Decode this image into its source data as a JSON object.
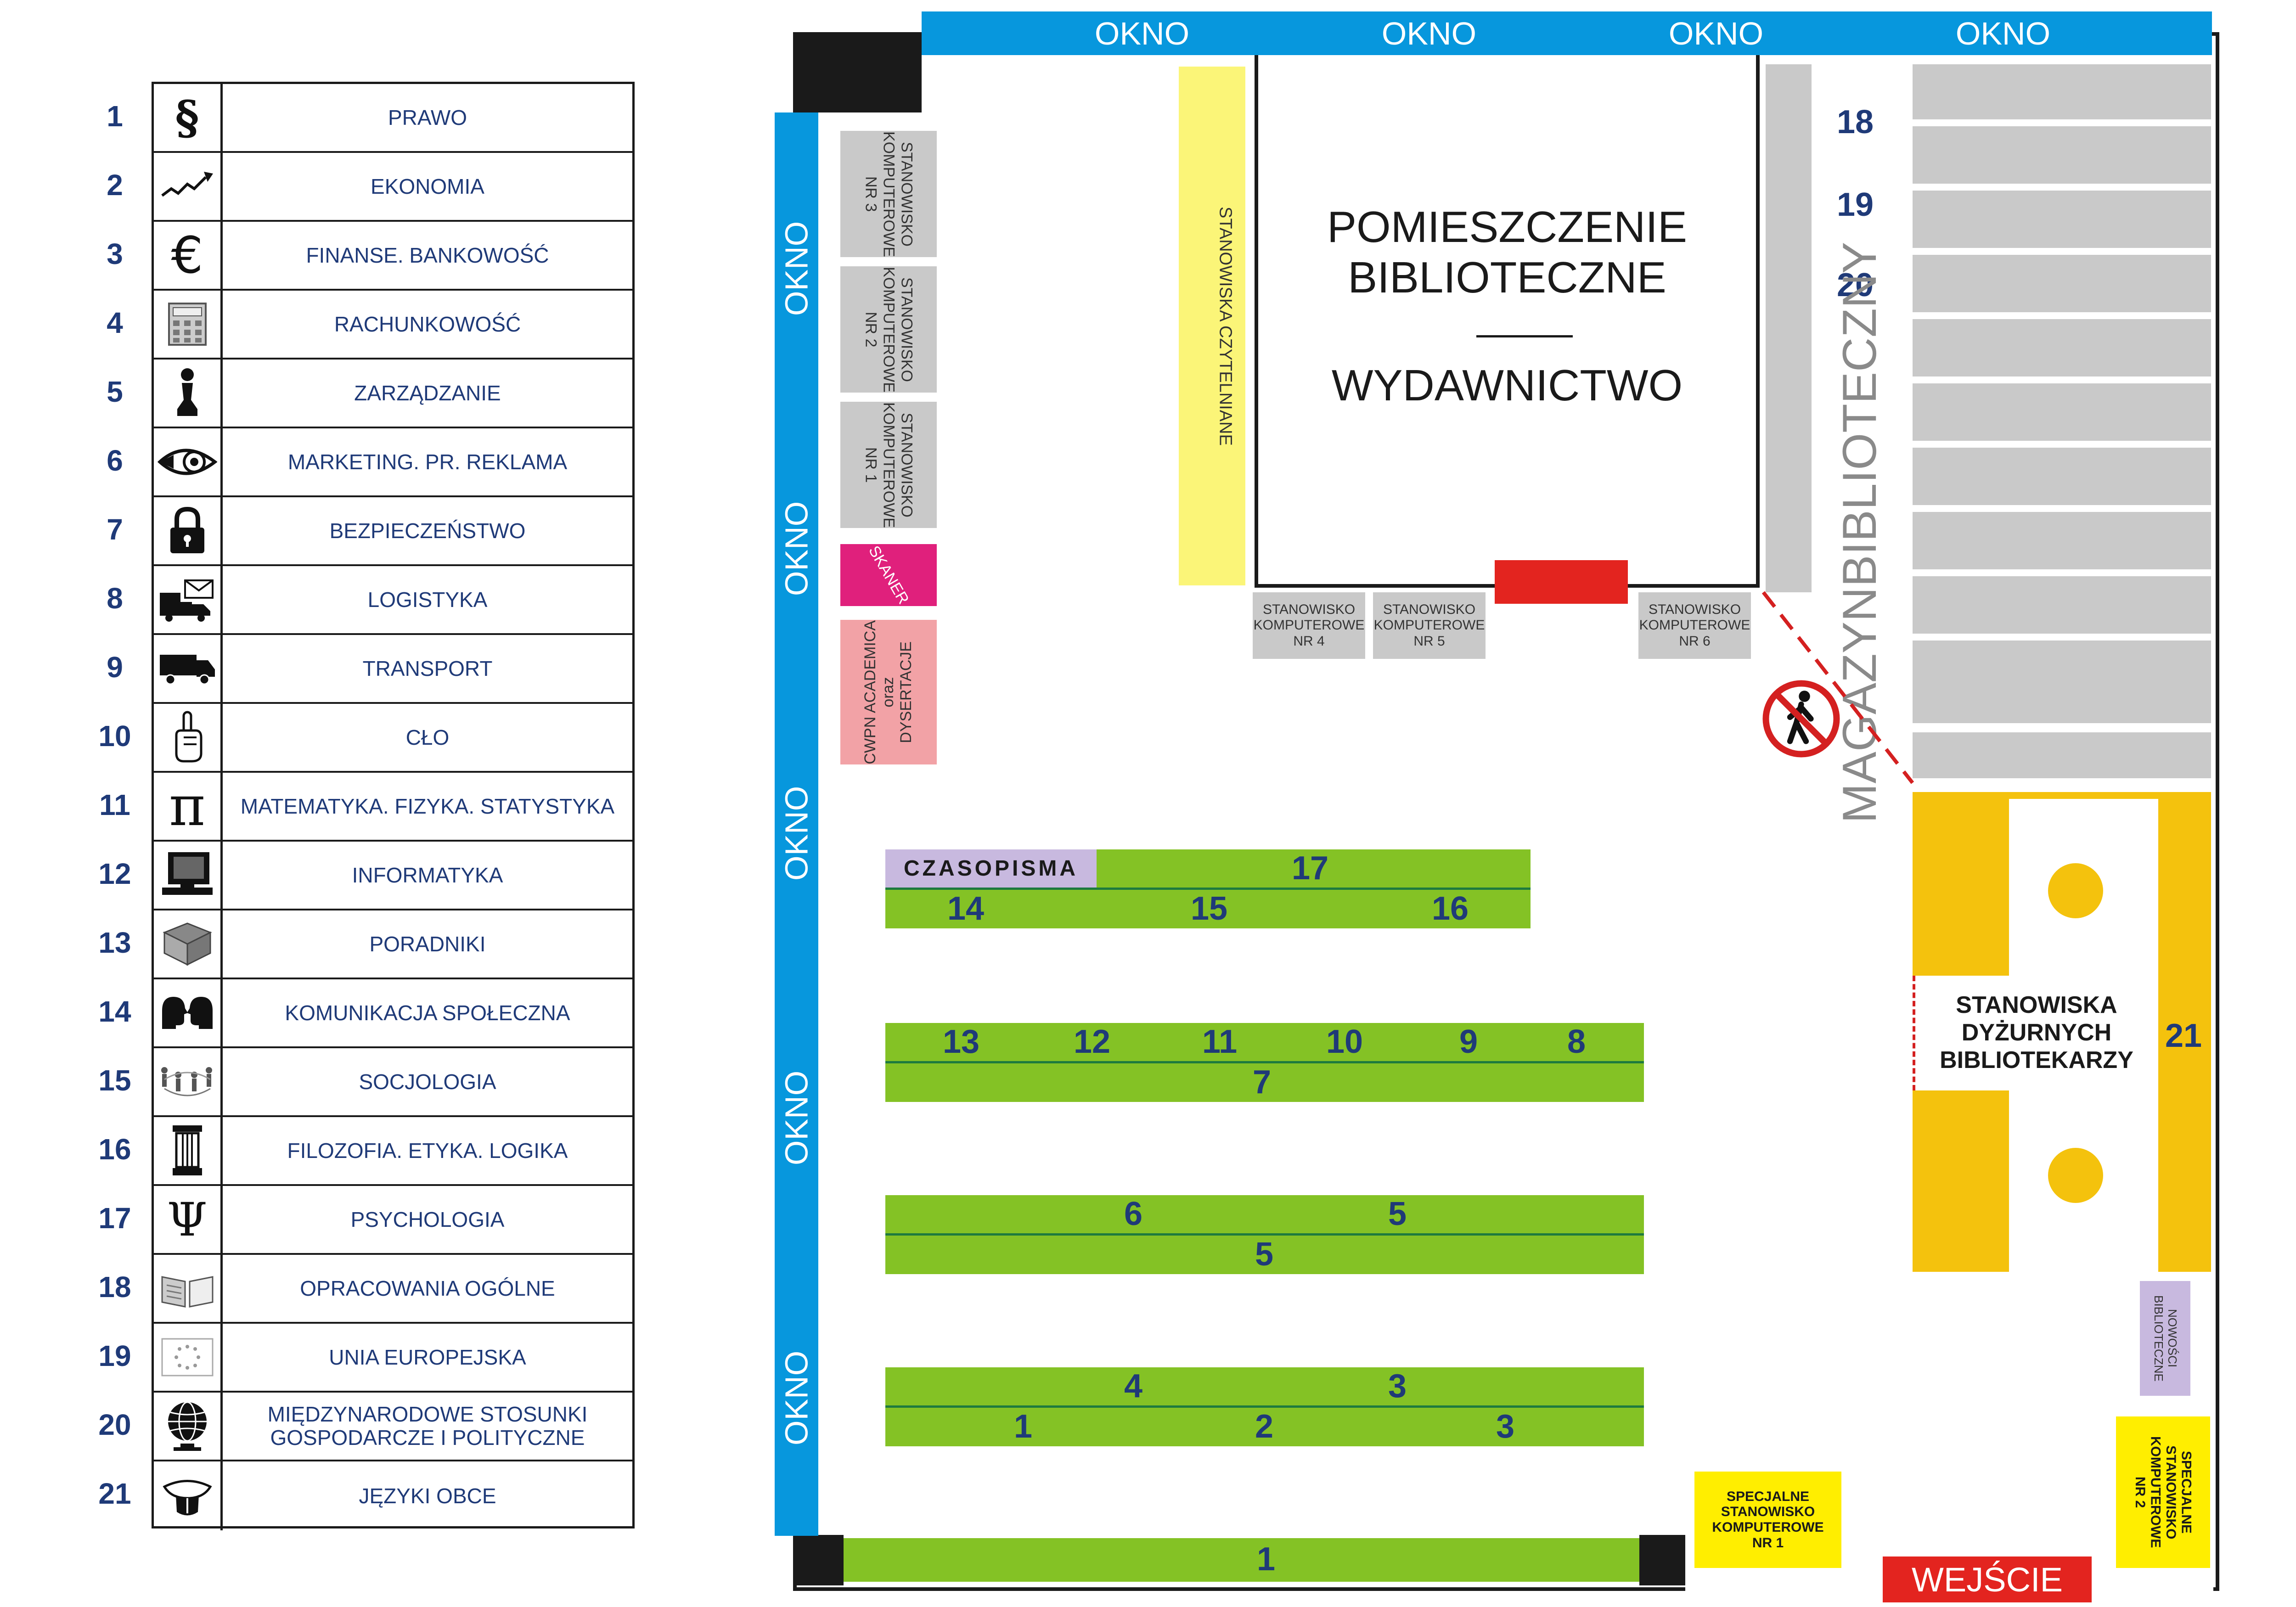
{
  "legend": [
    {
      "num": "1",
      "label": "PRAWO",
      "icon": "paragraph-icon"
    },
    {
      "num": "2",
      "label": "EKONOMIA",
      "icon": "trend-arrow-icon"
    },
    {
      "num": "3",
      "label": "FINANSE. BANKOWOŚĆ",
      "icon": "euro-icon"
    },
    {
      "num": "4",
      "label": "RACHUNKOWOŚĆ",
      "icon": "calculator-icon"
    },
    {
      "num": "5",
      "label": "ZARZĄDZANIE",
      "icon": "chess-piece-icon"
    },
    {
      "num": "6",
      "label": "MARKETING. PR. REKLAMA",
      "icon": "eye-target-icon"
    },
    {
      "num": "7",
      "label": "BEZPIECZEŃSTWO",
      "icon": "padlock-icon"
    },
    {
      "num": "8",
      "label": "LOGISTYKA",
      "icon": "truck-envelope-icon"
    },
    {
      "num": "9",
      "label": "TRANSPORT",
      "icon": "truck-icon"
    },
    {
      "num": "10",
      "label": "CŁO",
      "icon": "pointing-hand-icon"
    },
    {
      "num": "11",
      "label": "MATEMATYKA. FIZYKA. STATYSTYKA",
      "icon": "pi-icon"
    },
    {
      "num": "12",
      "label": "INFORMATYKA",
      "icon": "computer-icon"
    },
    {
      "num": "13",
      "label": "PORADNIKI",
      "icon": "books-icon"
    },
    {
      "num": "14",
      "label": "KOMUNIKACJA SPOŁECZNA",
      "icon": "talking-heads-icon"
    },
    {
      "num": "15",
      "label": "SOCJOLOGIA",
      "icon": "people-network-icon"
    },
    {
      "num": "16",
      "label": "FILOZOFIA. ETYKA. LOGIKA",
      "icon": "column-icon"
    },
    {
      "num": "17",
      "label": "PSYCHOLOGIA",
      "icon": "psi-icon"
    },
    {
      "num": "18",
      "label": "OPRACOWANIA OGÓLNE",
      "icon": "open-book-icon"
    },
    {
      "num": "19",
      "label": "UNIA EUROPEJSKA",
      "icon": "eu-flag-icon"
    },
    {
      "num": "20",
      "label": "MIĘDZYNARODOWE STOSUNKI GOSPODARCZE I POLITYCZNE",
      "icon": "globe-icon"
    },
    {
      "num": "21",
      "label": "JĘZYKI OBCE",
      "icon": "tongue-icon"
    }
  ],
  "plan": {
    "window_label": "OKNO",
    "library_room": {
      "line1": "POMIESZCZENIE",
      "line2": "BIBLIOTECZNE",
      "line3": "WYDAWNICTWO"
    },
    "reading_desks": "STANOWISKA CZYTELNIANE",
    "computer_station": "STANOWISKO KOMPUTEROWE",
    "station_nums": [
      "NR 3",
      "NR 2",
      "NR 1",
      "NR 4",
      "NR 5",
      "NR 6"
    ],
    "scanner": "SKANER",
    "cwpn": {
      "line1": "CWPN ACADEMICA",
      "line2": "oraz",
      "line3": "DYSERTACJE"
    },
    "storage": {
      "line1": "MAGAZYN",
      "line2": "BIBLIOTECZNY"
    },
    "storage_shelves": [
      "18",
      "19",
      "20"
    ],
    "periodicals": "CZASOPISMA",
    "row_a": {
      "top": [
        "17"
      ],
      "bottom": [
        "14",
        "15",
        "16"
      ]
    },
    "row_b": {
      "top": [
        "13",
        "12",
        "11",
        "10",
        "9",
        "8"
      ],
      "bottom": [
        "7"
      ]
    },
    "row_c": {
      "top": [
        "6",
        "5"
      ],
      "bottom": [
        "5"
      ]
    },
    "row_d": {
      "top": [
        "4",
        "3"
      ],
      "bottom": [
        "1",
        "2",
        "3"
      ]
    },
    "row_e": "1",
    "duty": {
      "line1": "STANOWISKA",
      "line2": "DYŻURNYCH",
      "line3": "BIBLIOTEKARZY",
      "shelf": "21"
    },
    "new_arrivals": {
      "line1": "NOWOŚCI",
      "line2": "BIBLIOTECZNE"
    },
    "special1": {
      "line1": "SPECJALNE",
      "line2": "STANOWISKO",
      "line3": "KOMPUTEROWE",
      "line4": "NR 1"
    },
    "special2": {
      "line1": "SPECJALNE",
      "line2": "STANOWISKO",
      "line3": "KOMPUTEROWE",
      "line4": "NR 2"
    },
    "entrance": "WEJŚCIE",
    "colors": {
      "window": "#0797dd",
      "shelf": "#84c225",
      "duty": "#f4c20d",
      "reading": "#fbf578",
      "scanner": "#e0207c",
      "cwpn": "#f2a2a6",
      "entrance": "#e3241f",
      "periodicals": "#c8b9df"
    }
  }
}
